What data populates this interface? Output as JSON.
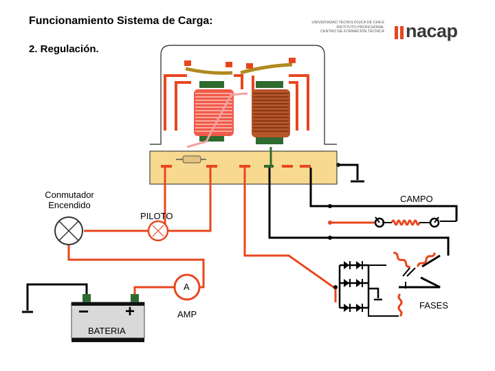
{
  "header": {
    "title": "Funcionamiento Sistema de Carga:",
    "subtitle": "2. Regulación."
  },
  "branding": {
    "university_lines": [
      "UNIVERSIDAD TECNOLÓGICA DE CHILE",
      "INSTITUTO PROFESIONAL",
      "CENTRO DE FORMACIÓN TÉCNICA"
    ],
    "logo_text": "nacap",
    "logo_color": "#e8461e"
  },
  "labels": {
    "switch_line1": "Conmutador",
    "switch_line2": "Encendido",
    "pilot": "PILOTO",
    "field": "CAMPO",
    "ammeter_symbol": "A",
    "ammeter": "AMP",
    "battery": "BATERIA",
    "battery_minus": "−",
    "battery_plus": "+",
    "phases": "FASES"
  },
  "colors": {
    "wire_red": "#e8461e",
    "wire_black": "#000000",
    "base": "#f7d98f",
    "coil_left": "#f05a4a",
    "coil_right": "#b5552a",
    "core": "#2f6b2f",
    "contact": "#b08a20"
  }
}
